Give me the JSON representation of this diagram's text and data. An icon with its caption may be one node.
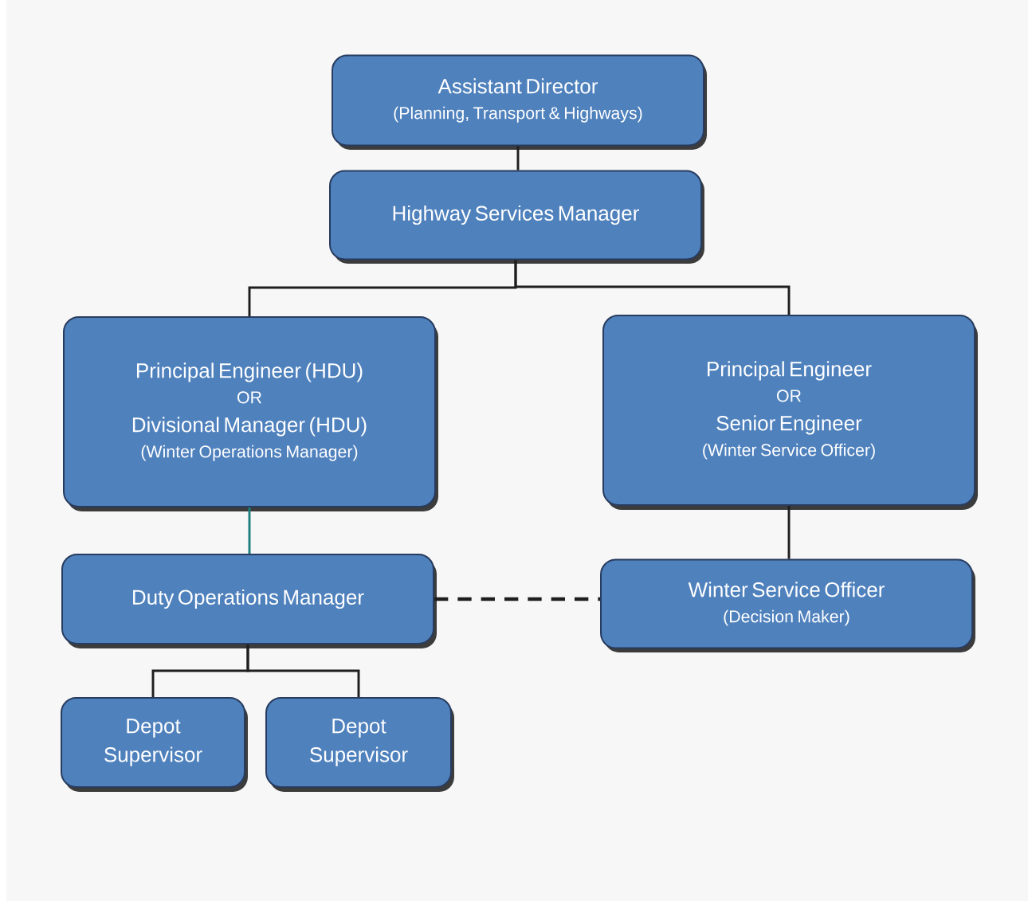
{
  "diagram": {
    "nodes": [
      {
        "text": [
          "Assistant Director",
          "(Planning, Transport & Highways)"
        ]
      },
      {
        "text": [
          "Highway Services Manager"
        ]
      },
      {
        "text": [
          "Principal Engineer (HDU)",
          "OR",
          "Divisional Manager (HDU)",
          "(Winter Operations Manager)"
        ]
      },
      {
        "text": [
          "Principal Engineer",
          "OR",
          "Senior Engineer",
          "(Winter Service Officer)"
        ]
      },
      {
        "text": [
          "Duty Operations Manager"
        ]
      },
      {
        "text": [
          "Winter Service Officer",
          "(Decision Maker)"
        ]
      },
      {
        "text": [
          "Depot Supervisor"
        ]
      },
      {
        "text": [
          "Depot Supervisor"
        ]
      }
    ],
    "edges": [
      {
        "from": 0,
        "to": 1,
        "arrow": "none"
      },
      {
        "from": 1,
        "to": 2,
        "arrow": "none"
      },
      {
        "from": 1,
        "to": 3,
        "arrow": "none"
      },
      {
        "from": 2,
        "to": 4,
        "arrow": "none",
        "color": "#1f7f80"
      },
      {
        "from": 3,
        "to": 5,
        "arrow": "none"
      },
      {
        "from": 4,
        "to": 5,
        "arrow": "none",
        "style": "dashed"
      },
      {
        "from": 4,
        "to": 6,
        "arrow": "none"
      },
      {
        "from": 4,
        "to": 7,
        "arrow": "none"
      }
    ]
  }
}
